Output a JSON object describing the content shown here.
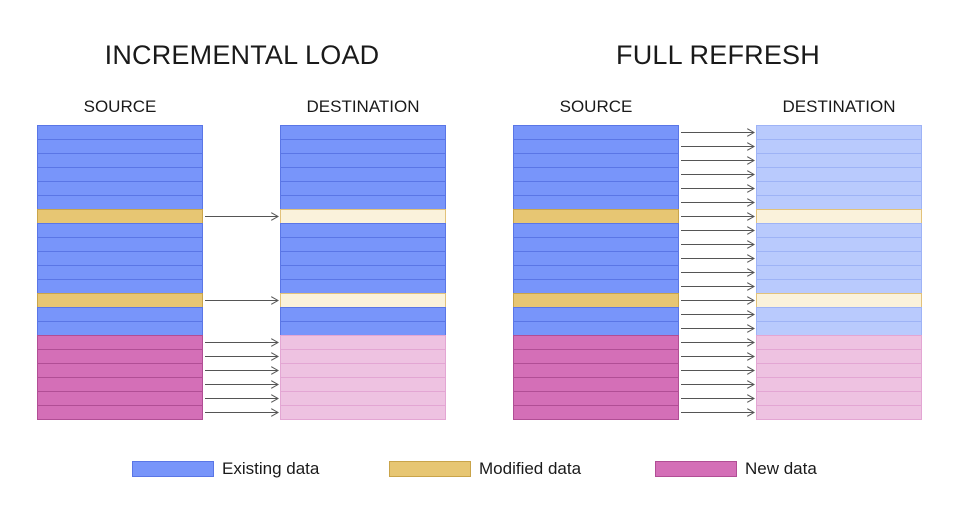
{
  "panels": [
    {
      "title": "INCREMENTAL LOAD",
      "source_label": "SOURCE",
      "destination_label": "DESTINATION",
      "source_rows": [
        "existing",
        "existing",
        "existing",
        "existing",
        "existing",
        "existing",
        "modified",
        "existing",
        "existing",
        "existing",
        "existing",
        "existing",
        "modified",
        "existing",
        "existing",
        "new",
        "new",
        "new",
        "new",
        "new",
        "new"
      ],
      "destination_rows": [
        "existing",
        "existing",
        "existing",
        "existing",
        "existing",
        "existing",
        "modified-light",
        "existing",
        "existing",
        "existing",
        "existing",
        "existing",
        "modified-light",
        "existing",
        "existing",
        "new-light",
        "new-light",
        "new-light",
        "new-light",
        "new-light",
        "new-light"
      ],
      "arrow_rows": [
        6,
        12,
        15,
        16,
        17,
        18,
        19,
        20
      ]
    },
    {
      "title": "FULL REFRESH",
      "source_label": "SOURCE",
      "destination_label": "DESTINATION",
      "source_rows": [
        "existing",
        "existing",
        "existing",
        "existing",
        "existing",
        "existing",
        "modified",
        "existing",
        "existing",
        "existing",
        "existing",
        "existing",
        "modified",
        "existing",
        "existing",
        "new",
        "new",
        "new",
        "new",
        "new",
        "new"
      ],
      "destination_rows": [
        "existing-light",
        "existing-light",
        "existing-light",
        "existing-light",
        "existing-light",
        "existing-light",
        "modified-light",
        "existing-light",
        "existing-light",
        "existing-light",
        "existing-light",
        "existing-light",
        "modified-light",
        "existing-light",
        "existing-light",
        "new-light",
        "new-light",
        "new-light",
        "new-light",
        "new-light",
        "new-light"
      ],
      "arrow_rows": [
        0,
        1,
        2,
        3,
        4,
        5,
        6,
        7,
        8,
        9,
        10,
        11,
        12,
        13,
        14,
        15,
        16,
        17,
        18,
        19,
        20
      ]
    }
  ],
  "row_styles": {
    "existing": {
      "fill": "#7895fa",
      "stroke": "#5a76e6"
    },
    "modified": {
      "fill": "#e7c673",
      "stroke": "#c9a44a"
    },
    "new": {
      "fill": "#d46fb7",
      "stroke": "#b14e95"
    },
    "existing-light": {
      "fill": "#b9cafd",
      "stroke": "#9eb3f6"
    },
    "modified-light": {
      "fill": "#faf2db",
      "stroke": "#e2c27a"
    },
    "new-light": {
      "fill": "#eec2e1",
      "stroke": "#e3a6d3"
    }
  },
  "legend": [
    {
      "label": "Existing data",
      "style": "existing"
    },
    {
      "label": "Modified data",
      "style": "modified"
    },
    {
      "label": "New data",
      "style": "new"
    }
  ],
  "arrow_color": "#555555"
}
